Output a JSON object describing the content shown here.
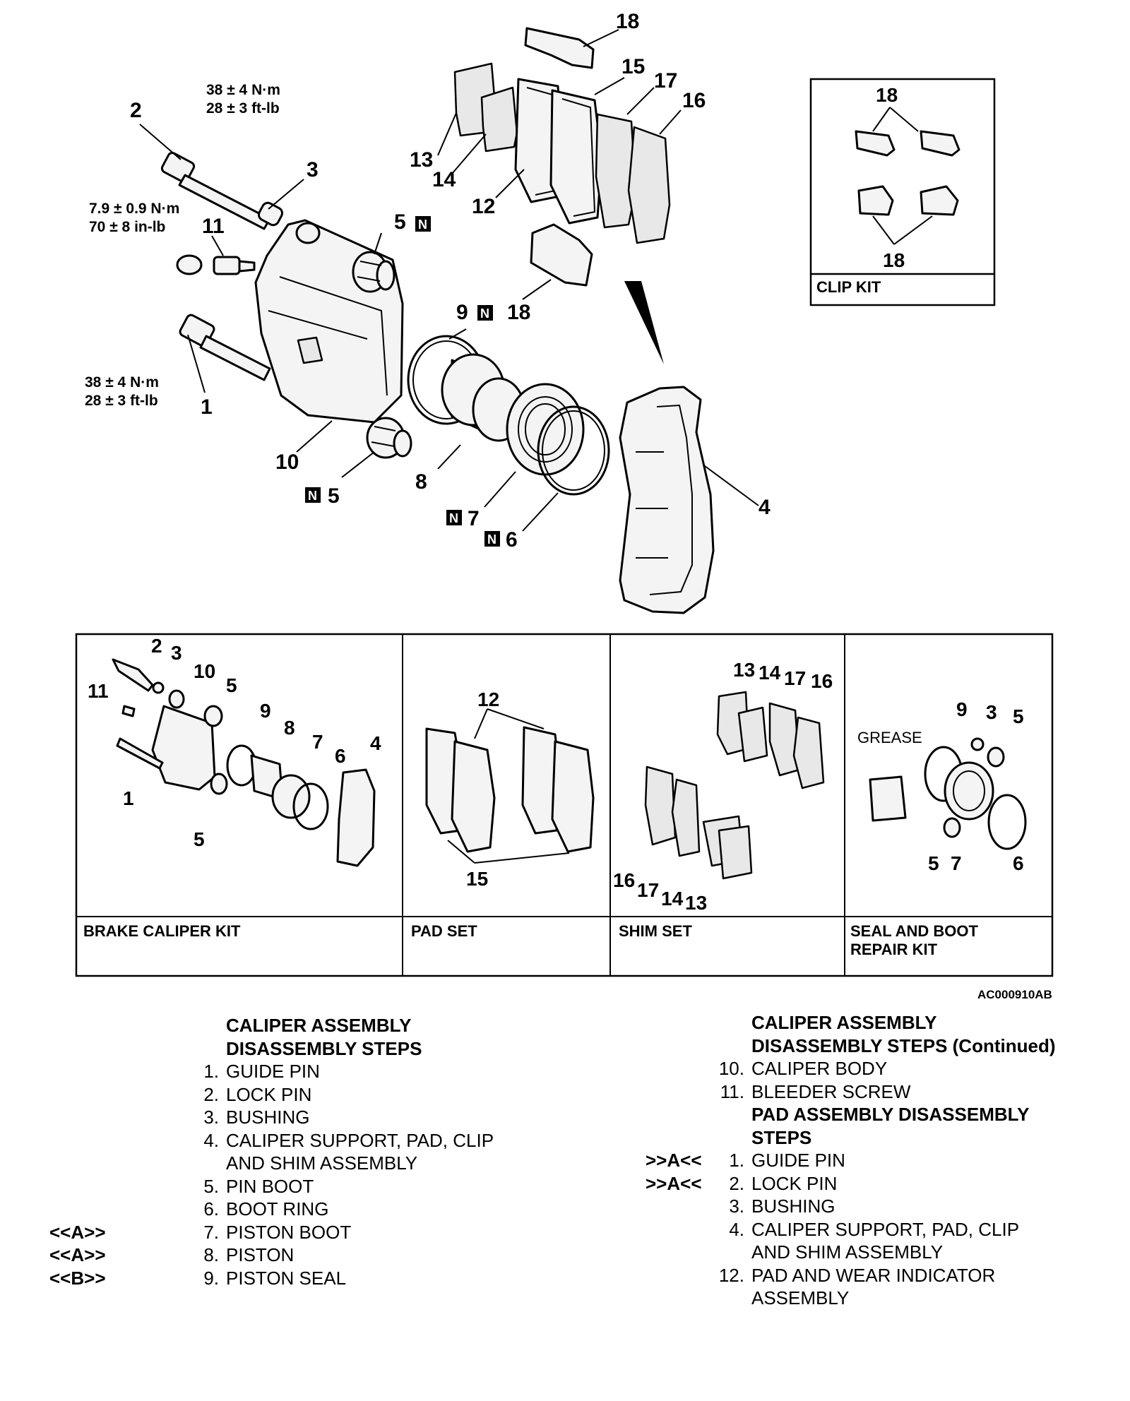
{
  "callouts": {
    "c1": "1",
    "c2": "2",
    "c3": "3",
    "c4": "4",
    "c5a": "5",
    "c5b": "5",
    "c6": "6",
    "c7": "7",
    "c8": "8",
    "c9": "9",
    "c10": "10",
    "c11": "11",
    "c12": "12",
    "c13": "13",
    "c14": "14",
    "c15": "15",
    "c16": "16",
    "c17": "17",
    "c18a": "18",
    "c18b": "18"
  },
  "torque": {
    "lock_pin": [
      "38 ± 4 N·m",
      "28 ± 3 ft-lb"
    ],
    "bleeder": [
      "7.9 ± 0.9 N·m",
      "70 ± 8 in-lb"
    ],
    "guide_pin": [
      "38 ± 4 N·m",
      "28 ± 3 ft-lb"
    ]
  },
  "n_mark": "N",
  "clip_kit": {
    "label": "CLIP KIT",
    "callouts": [
      "18",
      "18"
    ]
  },
  "kits": [
    {
      "label": "BRAKE CALIPER KIT",
      "callouts": [
        "2",
        "3",
        "10",
        "5",
        "11",
        "9",
        "8",
        "7",
        "6",
        "4",
        "1",
        "5"
      ]
    },
    {
      "label": "PAD SET",
      "callouts": [
        "12",
        "15"
      ]
    },
    {
      "label": "SHIM SET",
      "callouts": [
        "13",
        "14",
        "17",
        "16",
        "16",
        "17",
        "14",
        "13"
      ]
    },
    {
      "label": "SEAL AND BOOT",
      "label2": "REPAIR KIT",
      "grease": "GREASE",
      "callouts": [
        "9",
        "3",
        "5",
        "5",
        "7",
        "6"
      ]
    }
  ],
  "figure_id": "AC000910AB",
  "left_steps": {
    "heading": [
      "CALIPER ASSEMBLY",
      "DISASSEMBLY STEPS"
    ],
    "items": [
      {
        "marker": "",
        "num": "1.",
        "label": "GUIDE PIN"
      },
      {
        "marker": "",
        "num": "2.",
        "label": "LOCK PIN"
      },
      {
        "marker": "",
        "num": "3.",
        "label": "BUSHING"
      },
      {
        "marker": "",
        "num": "4.",
        "label": "CALIPER SUPPORT, PAD, CLIP"
      },
      {
        "marker": "",
        "num": "",
        "label": "AND SHIM ASSEMBLY"
      },
      {
        "marker": "",
        "num": "5.",
        "label": "PIN BOOT"
      },
      {
        "marker": "",
        "num": "6.",
        "label": "BOOT RING"
      },
      {
        "marker": "<<A>>",
        "num": "7.",
        "label": "PISTON BOOT"
      },
      {
        "marker": "<<A>>",
        "num": "8.",
        "label": "PISTON"
      },
      {
        "marker": "<<B>>",
        "num": "9.",
        "label": "PISTON SEAL"
      }
    ]
  },
  "right_steps": {
    "heading": [
      "CALIPER ASSEMBLY",
      "DISASSEMBLY STEPS (Continued)"
    ],
    "items": [
      {
        "marker": "",
        "num": "10.",
        "label": "CALIPER BODY"
      },
      {
        "marker": "",
        "num": "11.",
        "label": "BLEEDER SCREW"
      }
    ],
    "heading2": [
      "PAD ASSEMBLY DISASSEMBLY",
      "STEPS"
    ],
    "items2": [
      {
        "marker": ">>A<<",
        "num": "1.",
        "label": "GUIDE PIN"
      },
      {
        "marker": ">>A<<",
        "num": "2.",
        "label": "LOCK PIN"
      },
      {
        "marker": "",
        "num": "3.",
        "label": "BUSHING"
      },
      {
        "marker": "",
        "num": "4.",
        "label": "CALIPER SUPPORT, PAD, CLIP"
      },
      {
        "marker": "",
        "num": "",
        "label": "AND SHIM ASSEMBLY"
      },
      {
        "marker": "",
        "num": "12.",
        "label": "PAD AND WEAR INDICATOR"
      },
      {
        "marker": "",
        "num": "",
        "label": "ASSEMBLY"
      }
    ]
  }
}
